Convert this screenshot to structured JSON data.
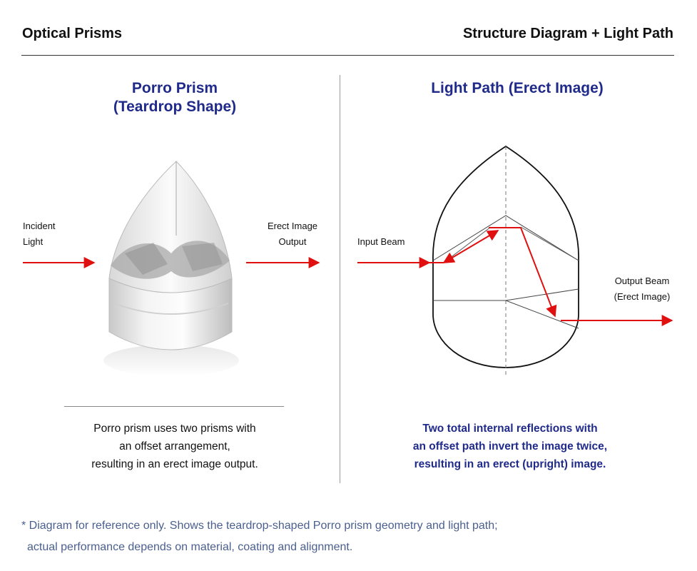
{
  "header": {
    "left_title": "Optical Prisms",
    "right_title": "Structure Diagram + Light Path"
  },
  "left_panel": {
    "title_line1": "Porro Prism",
    "title_line2": "(Teardrop Shape)",
    "input_label_line1": "Incident",
    "input_label_line2": "Light",
    "output_label_line1": "Erect Image",
    "output_label_line2": "Output",
    "description": [
      "Porro prism uses two prisms with",
      "an offset arrangement,",
      "resulting in an erect image output."
    ]
  },
  "right_panel": {
    "title": "Light Path (Erect Image)",
    "input_label": "Input Beam",
    "output_label_line1": "Output Beam",
    "output_label_line2": "(Erect Image)",
    "description": [
      "Two total internal reflections with",
      "an offset path invert the image twice,",
      "resulting in an erect (upright) image."
    ]
  },
  "footnote": {
    "line1": "* Diagram for reference only. Shows the teardrop-shaped Porro prism geometry and light path;",
    "line2": "actual performance depends on material, coating and alignment."
  },
  "colors": {
    "title_blue": "#1f2a8a",
    "beam_red": "#e01010",
    "footnote_blue": "#4a5f8f"
  }
}
